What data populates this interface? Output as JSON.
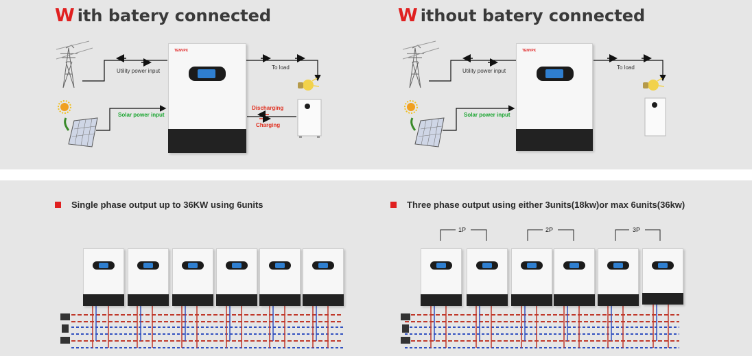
{
  "top": {
    "left": {
      "title_big": "W",
      "title_rest": "ith batery connected",
      "utility": "Utility power input",
      "solar": "Solar power input",
      "to_load": "To load",
      "discharging": "Discharging",
      "charging": "Charging",
      "brand": "TENVPX"
    },
    "right": {
      "title_big": "W",
      "title_rest": "ithout batery connected",
      "utility": "Utility power input",
      "solar": "Solar power input",
      "to_load": "To load",
      "brand": "TENVPX"
    }
  },
  "bottom": {
    "left_caption": "Single phase output up to 36KW using 6units",
    "right_caption": "Three phase output using either 3units(18kw)or max 6units(36kw)",
    "phases": [
      "1P",
      "2P",
      "3P"
    ]
  },
  "colors": {
    "accent": "#e02020",
    "green": "#1aa530",
    "lcd": "#2f7fd0",
    "wire_red": "#c0392b",
    "wire_blue": "#3050c0"
  },
  "icons": [
    "pylon-icon",
    "sun-icon",
    "solar-panel-icon",
    "bulb-icon",
    "battery-icon",
    "arrow-icon",
    "square-bullet-icon"
  ]
}
